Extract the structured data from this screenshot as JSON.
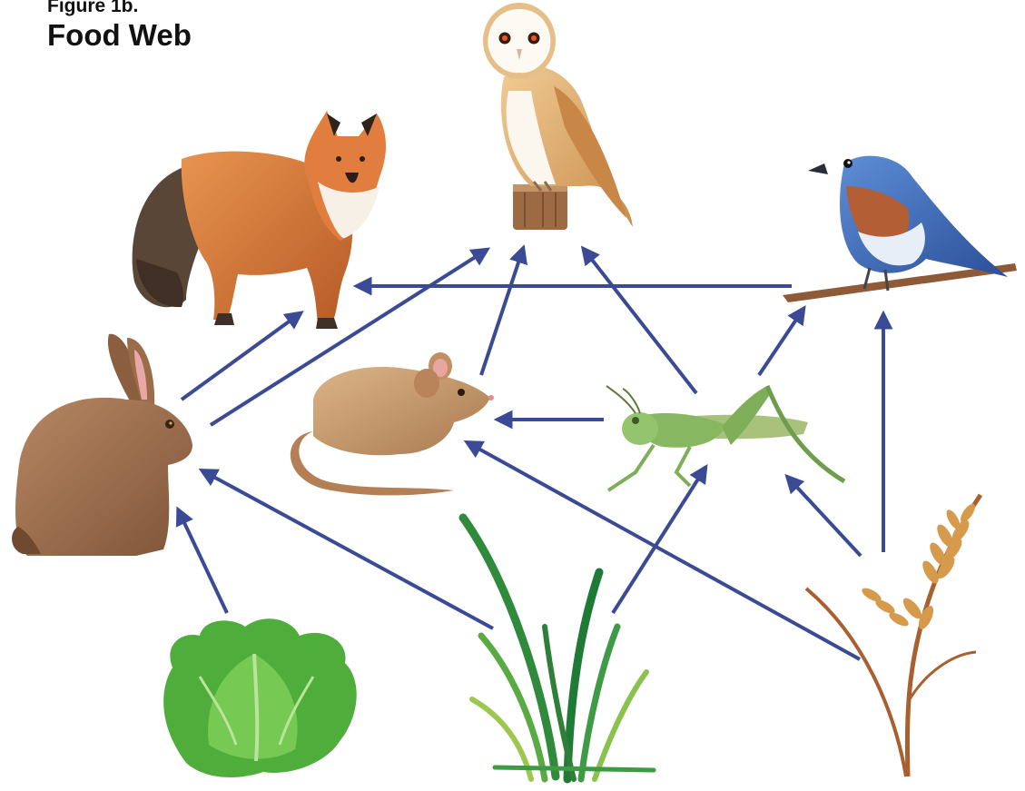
{
  "figure": {
    "label": "Figure 1b.",
    "title": "Food Web"
  },
  "colors": {
    "arrow": "#3b4a94",
    "fox": "#d9783a",
    "owl": "#e2b37a",
    "bluebird": "#3f6fc2",
    "rabbit": "#9e7150",
    "mouse": "#c89a6c",
    "grasshopper": "#7fb85a",
    "lettuce": "#4fae3b",
    "grass": "#2f8a3c",
    "wheat": "#c98a3d"
  },
  "organisms": [
    {
      "id": "owl",
      "icon": "owl-icon"
    },
    {
      "id": "fox",
      "icon": "fox-icon"
    },
    {
      "id": "bluebird",
      "icon": "bluebird-icon"
    },
    {
      "id": "rabbit",
      "icon": "rabbit-icon"
    },
    {
      "id": "mouse",
      "icon": "mouse-icon"
    },
    {
      "id": "grasshopper",
      "icon": "grasshopper-icon"
    },
    {
      "id": "lettuce",
      "icon": "lettuce-icon"
    },
    {
      "id": "grass",
      "icon": "grass-icon"
    },
    {
      "id": "wheat",
      "icon": "wheat-icon"
    }
  ],
  "links": [
    {
      "from": "bluebird",
      "to": "fox"
    },
    {
      "from": "rabbit",
      "to": "fox"
    },
    {
      "from": "rabbit",
      "to": "owl"
    },
    {
      "from": "mouse",
      "to": "owl"
    },
    {
      "from": "grasshopper",
      "to": "owl"
    },
    {
      "from": "grasshopper",
      "to": "bluebird"
    },
    {
      "from": "wheat",
      "to": "bluebird"
    },
    {
      "from": "grasshopper",
      "to": "mouse"
    },
    {
      "from": "grass",
      "to": "rabbit"
    },
    {
      "from": "lettuce",
      "to": "rabbit"
    },
    {
      "from": "grass",
      "to": "grasshopper"
    },
    {
      "from": "wheat",
      "to": "grasshopper"
    },
    {
      "from": "wheat",
      "to": "mouse"
    }
  ]
}
